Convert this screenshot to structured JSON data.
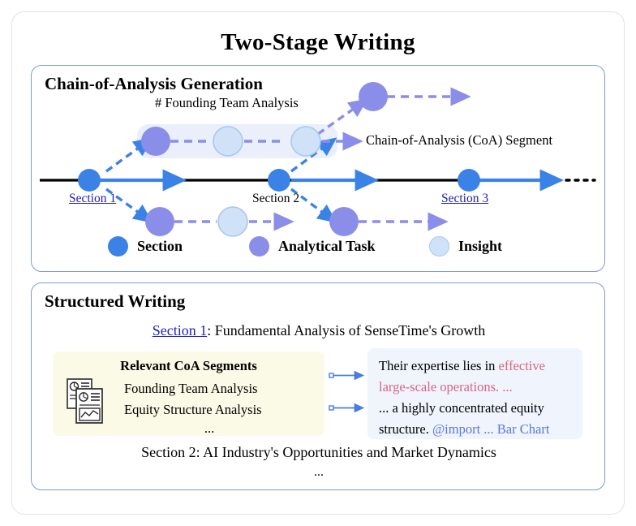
{
  "title": "Two-Stage  Writing",
  "colors": {
    "section_node": "#3b82e6",
    "analytical_task_node": "#8b8ee8",
    "insight_node": "#cfe2f8",
    "coa_band": "#eaeffb",
    "panel_border": "#7e9ad8",
    "link": "#2020c0",
    "highlight_rose": "#d9657f",
    "highlight_blue": "#5878dd",
    "coa_box_bg": "#fbfae6",
    "output_box_bg": "#eff4fd"
  },
  "stage1": {
    "heading": "Chain-of-Analysis Generation",
    "coa_label": "# Founding Team Analysis",
    "coa_segment_label": "Chain-of-Analysis (CoA) Segment",
    "timeline": {
      "ticks": [
        {
          "label": "Section 1",
          "is_link": true
        },
        {
          "label": "Section 2",
          "is_link": false
        },
        {
          "label": "Section 3",
          "is_link": true
        }
      ],
      "trailing_ellipsis": "....."
    },
    "legend": [
      {
        "label": "Section",
        "icon": "filled-circle-icon",
        "color": "#3b82e6"
      },
      {
        "label": "Analytical Task",
        "icon": "filled-circle-icon",
        "color": "#8b8ee8"
      },
      {
        "label": "Insight",
        "icon": "outlined-circle-icon",
        "color": "#cfe2f8"
      }
    ]
  },
  "stage2": {
    "heading": "Structured Writing",
    "section_title": {
      "link": "Section 1",
      "rest": ": Fundamental Analysis of SenseTime's Growth"
    },
    "coa_box": {
      "title": "Relevant CoA Segments",
      "icon": "documents-report-icon",
      "items": [
        "Founding Team Analysis",
        "Equity Structure Analysis"
      ],
      "ellipsis": "..."
    },
    "outputs": [
      {
        "parts": [
          {
            "text": "Their expertise lies in ",
            "style": "plain"
          },
          {
            "text": "effective",
            "style": "rose"
          }
        ],
        "line2": [
          {
            "text": "large-scale operations. ...",
            "style": "rose"
          }
        ]
      },
      {
        "parts": [
          {
            "text": "... a highly concentrated equity",
            "style": "plain"
          }
        ],
        "line2": [
          {
            "text": "structure. ",
            "style": "plain"
          },
          {
            "text": "@import ... Bar Chart",
            "style": "blue"
          }
        ]
      }
    ],
    "section2_title": "Section 2: AI Industry's Opportunities and Market Dynamics",
    "trailing_ellipsis": "..."
  }
}
